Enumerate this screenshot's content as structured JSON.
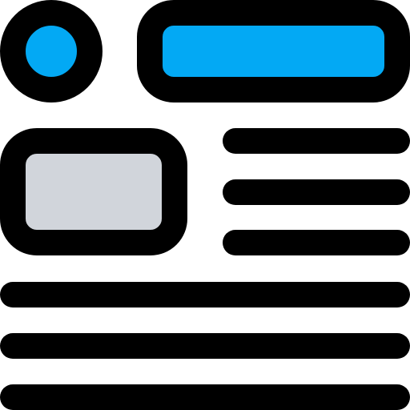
{
  "icon": {
    "name": "article-layout-icon",
    "colors": {
      "outline": "#000000",
      "accent": "#03A9F4",
      "placeholder": "#D1D5DB",
      "background": "#FFFFFF"
    },
    "parts": {
      "avatar": "avatar-circle",
      "header_bar": "title-bar",
      "image_block": "image-placeholder",
      "text_lines": [
        "side-line-1",
        "side-line-2",
        "side-line-3",
        "body-line-1",
        "body-line-2",
        "body-line-3"
      ]
    }
  }
}
